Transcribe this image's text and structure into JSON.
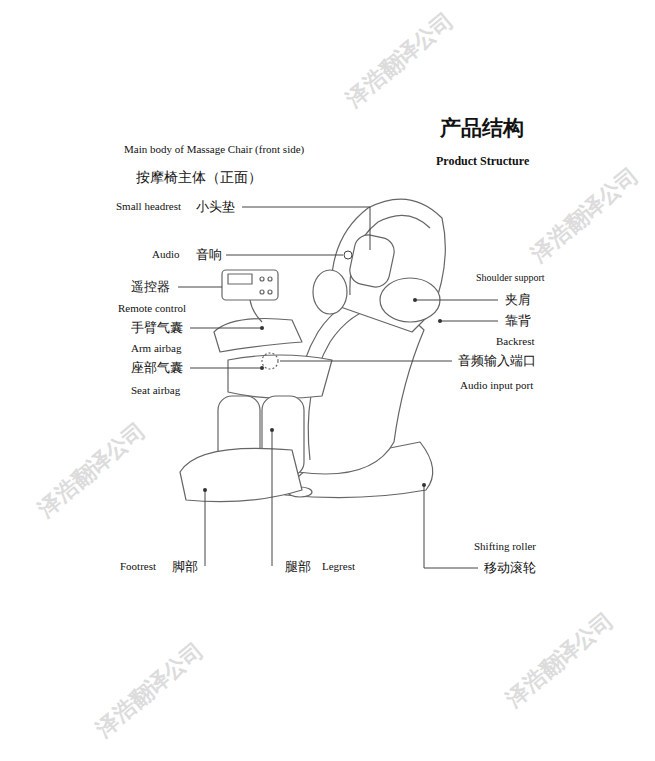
{
  "diagram": {
    "title": "产品结构",
    "labels": [
      "Main body of Massage Chair (front side)",
      "按摩椅主体（正面）",
      "Product Structure",
      "Small headrest",
      "小头垫",
      "Audio",
      "音响",
      "Shoulder support",
      "遥控器",
      "夹肩",
      "Remote control",
      "靠背",
      "手臂气囊",
      "Backrest",
      "Arm airbag",
      "音频输入端口",
      "座部气囊",
      "Audio input port",
      "Seat airbag",
      "Shifting roller",
      "Footrest",
      "脚部",
      "腿部",
      "Legrest",
      "移动滚轮",
      "泽浩翻译公司",
      "泽浩翻译公司",
      "泽浩翻译公司",
      "泽浩翻译公司",
      "泽浩翻译公司"
    ]
  }
}
